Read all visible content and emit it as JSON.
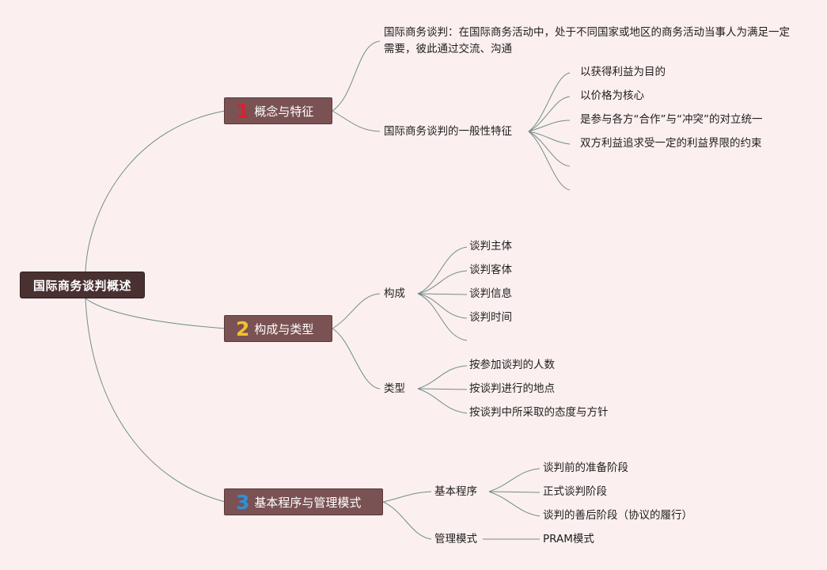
{
  "root": {
    "label": "国际商务谈判概述"
  },
  "branches": [
    {
      "number": "1",
      "number_color": "#d8212f",
      "label": "概念与特征",
      "definition": "国际商务谈判：在国际商务活动中，处于不同国家或地区的商务活动当事人为满足一定需要，彼此通过交流、沟通",
      "general_feature": {
        "label": "国际商务谈判的一般性特征",
        "items": [
          "以获得利益为目的",
          "以价格为核心",
          "是参与各方“合作”与“冲突”的对立统一",
          "双方利益追求受一定的利益界限的约束"
        ]
      }
    },
    {
      "number": "2",
      "number_color": "#f2c12e",
      "label": "构成与类型",
      "composition": {
        "label": "构成",
        "items": [
          "谈判主体",
          "谈判客体",
          "谈判信息",
          "谈判时间"
        ]
      },
      "types": {
        "label": "类型",
        "items": [
          "按参加谈判的人数",
          "按谈判进行的地点",
          "按谈判中所采取的态度与方针"
        ]
      }
    },
    {
      "number": "3",
      "number_color": "#2f8fd8",
      "label": "基本程序与管理模式",
      "procedure": {
        "label": "基本程序",
        "items": [
          "谈判前的准备阶段",
          "正式谈判阶段",
          "谈判的善后阶段（协议的履行）"
        ]
      },
      "management": {
        "label": "管理模式",
        "items": [
          "PRAM模式"
        ]
      }
    }
  ],
  "colors": {
    "background": "#fcefef",
    "line": "#6f8f86",
    "root": "#4a3131",
    "branch": "#7b5253"
  }
}
